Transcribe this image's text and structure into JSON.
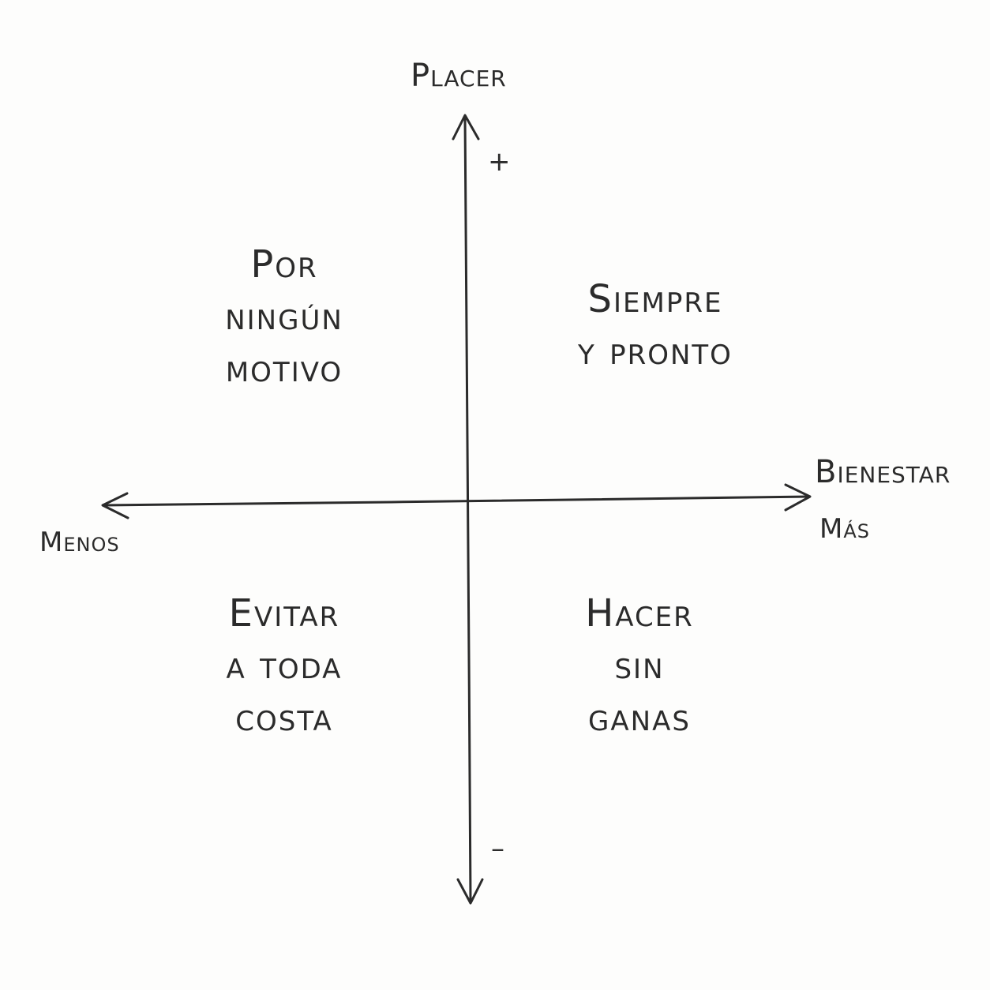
{
  "axes": {
    "vertical": {
      "title": "Placer",
      "plus": "+",
      "minus": "–"
    },
    "horizontal": {
      "title": "Bienestar",
      "less": "Menos",
      "more": "Más"
    },
    "stroke_color": "#2b2b2b"
  },
  "quadrants": {
    "top_left": [
      "Por",
      "ningún",
      "motivo"
    ],
    "top_right": [
      "Siempre",
      "y pronto"
    ],
    "bottom_left": [
      "Evitar",
      "a toda",
      "costa"
    ],
    "bottom_right": [
      "Hacer",
      "sin",
      "ganas"
    ]
  }
}
